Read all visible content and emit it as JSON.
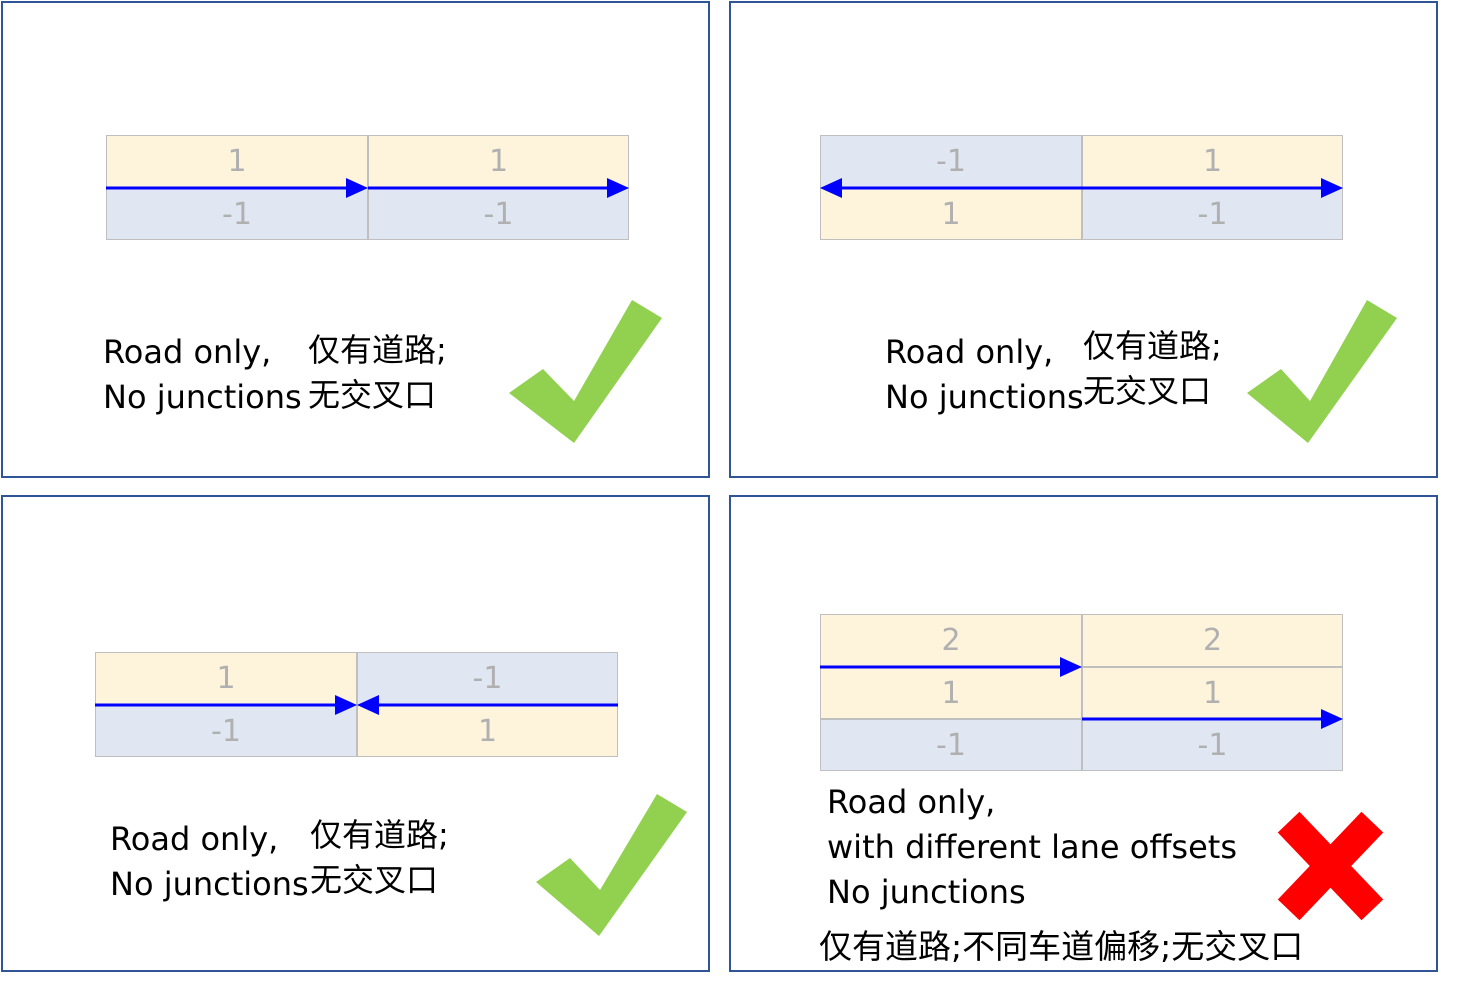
{
  "panels": [
    {
      "lanes": [
        "1",
        "-1",
        "1",
        "-1"
      ],
      "caption": {
        "en1": "Road only,",
        "zh1": "仅有道路;",
        "en2": "No junctions",
        "zh2": "无交叉口"
      },
      "verdict": "check-icon"
    },
    {
      "lanes": [
        "-1",
        "1",
        "1",
        "-1"
      ],
      "caption": {
        "en1": "Road only,",
        "zh1": "仅有道路;",
        "en2": "No junctions",
        "zh2": "无交叉口"
      },
      "verdict": "check-icon"
    },
    {
      "lanes": [
        "1",
        "-1",
        "-1",
        "1"
      ],
      "caption": {
        "en1": "Road only,",
        "zh1": "仅有道路;",
        "en2": "No junctions",
        "zh2": "无交叉口"
      },
      "verdict": "check-icon"
    },
    {
      "lanes": [
        "2",
        "1",
        "-1",
        "2",
        "1",
        "-1"
      ],
      "caption": {
        "line1": "Road only,",
        "line2": "with different lane offsets",
        "line3": "No junctions",
        "zh": "仅有道路;不同车道偏移;无交叉口"
      },
      "verdict": "cross-icon"
    }
  ],
  "colors": {
    "border": "#2f5597",
    "arrow": "#0000ff",
    "check": "#92d050",
    "cross": "#ff0000",
    "lane_left": "#fef4dc",
    "lane_right": "#e0e7f2"
  }
}
